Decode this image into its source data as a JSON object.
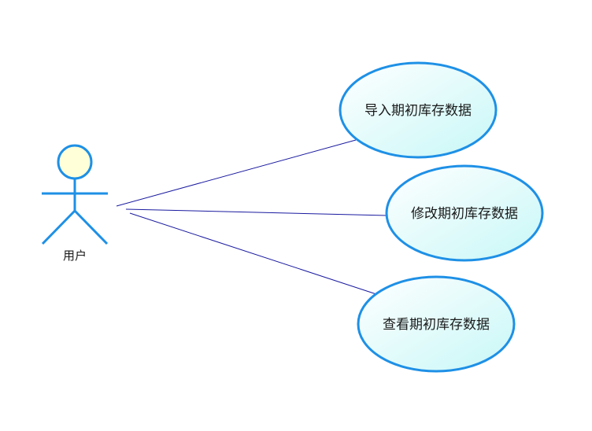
{
  "diagram": {
    "type": "use-case",
    "actor": {
      "label": "用户"
    },
    "use_cases": [
      {
        "label": "导入期初库存数据"
      },
      {
        "label": "修改期初库存数据"
      },
      {
        "label": "查看期初库存数据"
      }
    ],
    "associations": [
      {
        "from": "用户",
        "to": "导入期初库存数据"
      },
      {
        "from": "用户",
        "to": "修改期初库存数据"
      },
      {
        "from": "用户",
        "to": "查看期初库存数据"
      }
    ],
    "colors": {
      "actor_stroke": "#1e90e6",
      "actor_head_fill": "#ffffd8",
      "usecase_stroke": "#1e90e6",
      "usecase_fill_start": "#ffffff",
      "usecase_fill_end": "#c8f7f7",
      "association_line": "#1a1aa0"
    }
  }
}
